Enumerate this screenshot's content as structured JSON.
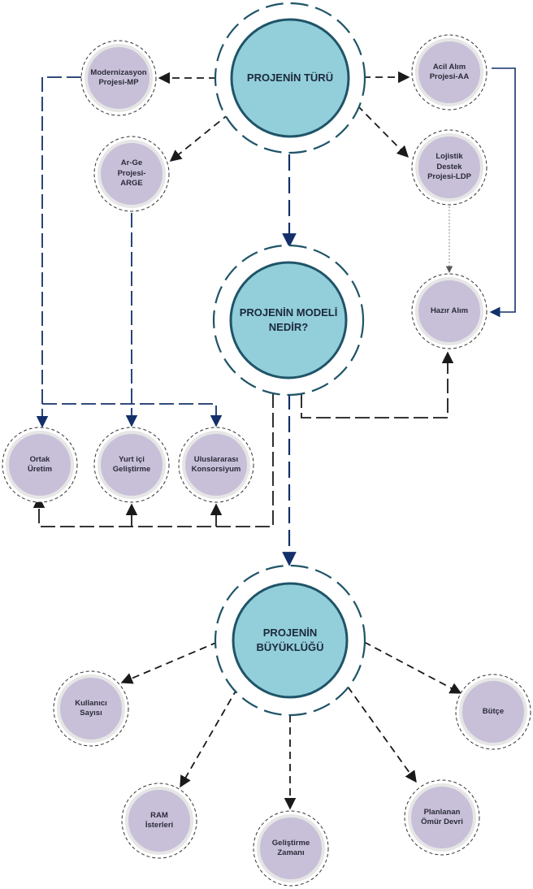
{
  "colors": {
    "big_fill": "#93cedb",
    "big_border": "#1f5468",
    "small_fill": "#c8c0d8",
    "small_ring": "#e6e6e6",
    "dash": "#2a2a2a",
    "blue_dash": "#14306b",
    "dotted": "#a0a0a0"
  },
  "nodes": {
    "projenin_turu": "PROJENİN TÜRÜ",
    "projenin_modeli": "PROJENİN MODELİ\nNEDİR?",
    "projenin_buyuklugu": "PROJENİN\nBÜYÜKLÜĞÜ",
    "modernizasyon": "Modernizasyon\nProjesi-MP",
    "acil_alim": "Acil Alım\nProjesi-AA",
    "arge": "Ar-Ge\nProjesi-\nARGE",
    "lojistik": "Lojistik\nDestek\nProjesi-LDP",
    "hazir_alim": "Hazır Alım",
    "ortak_uretim": "Ortak\nÜretim",
    "yurt_ici": "Yurt içi\nGeliştirme",
    "uluslararasi": "Uluslararası\nKonsorsiyum",
    "kullanici": "Kullanıcı\nSayısı",
    "butce": "Bütçe",
    "ram": "RAM\nİsterleri",
    "gelistirme_zamani": "Geliştirme\nZamanı",
    "omur_devri": "Planlanan\nÖmür Devri"
  }
}
